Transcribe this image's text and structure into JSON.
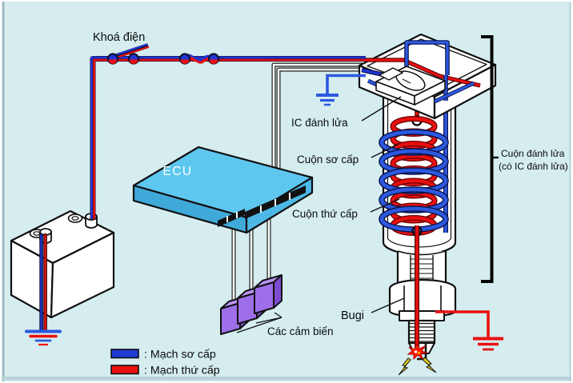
{
  "diagram": {
    "description": "Ignition system wiring diagram with ignition coil (built-in igniter IC), ECU, battery, sensors and spark plug"
  },
  "labels": {
    "khoa_dien": "Khoá điện",
    "ecu": "ECU",
    "ic_danh_lua": "IC đánh lửa",
    "cuon_so_cap": "Cuộn sơ cấp",
    "cuon_thu_cap": "Cuộn thứ cấp",
    "cuon_danh_lua_1": "Cuộn đánh lửa",
    "cuon_danh_lua_2": "(có IC đánh lửa)",
    "bugi": "Bugi",
    "cac_cam_bien": "Các cảm biến"
  },
  "legend": {
    "items": [
      {
        "label": ": Mạch sơ cấp",
        "color": "#1f3bd3"
      },
      {
        "label": ": Mạch thứ cấp",
        "color": "#ea1010"
      }
    ]
  },
  "colors": {
    "background": "#d5edef",
    "primary_circuit_blue": "#2136d6",
    "bright_blue": "#2c59e0",
    "secondary_circuit_red": "#ea1010",
    "ecu_top": "#5ec7f0",
    "ecu_left": "#3fa9d9",
    "ecu_right": "#4db8e5",
    "sensor_front": "#9e6fe9",
    "sensor_top": "#bb93f5",
    "sensor_side": "#7c4bd0",
    "outline": "#101010"
  }
}
